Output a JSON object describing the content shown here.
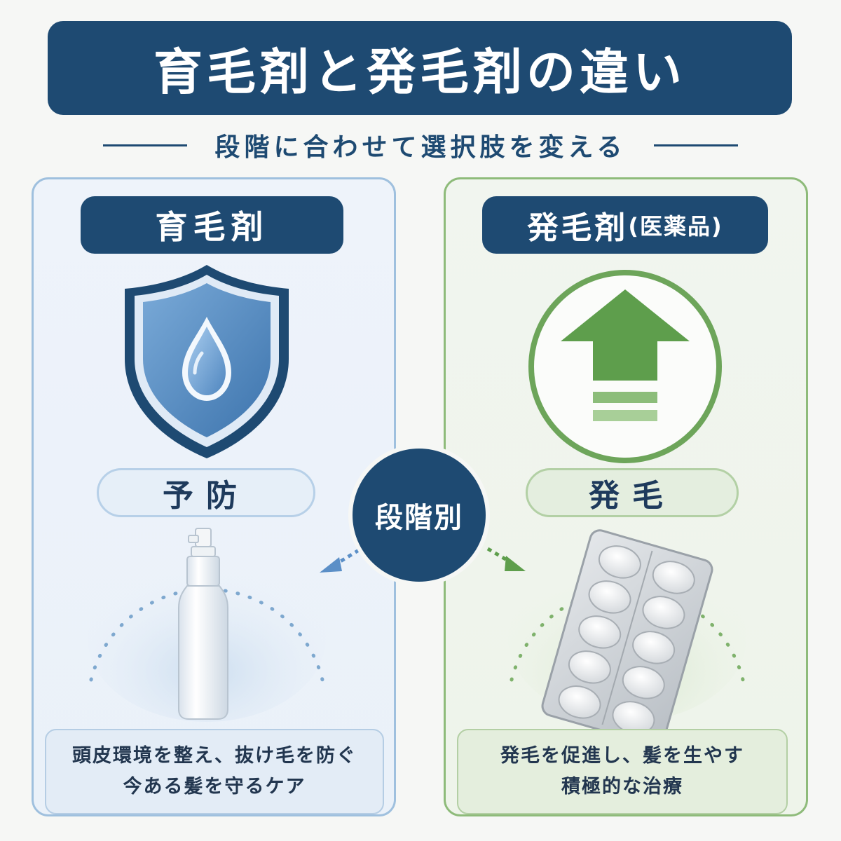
{
  "title": "育毛剤と発毛剤の違い",
  "subtitle": "段階に合わせて選択肢を変える",
  "center_label": "段階別",
  "left": {
    "heading": "育毛剤",
    "tag": "予防",
    "desc_line1": "頭皮環境を整え、抜け毛を防ぐ",
    "desc_line2": "今ある髪を守るケア",
    "icon": "shield-water-drop-icon",
    "product": "spray-bottle",
    "accent": "#5b8fc7"
  },
  "right": {
    "heading_main": "発毛剤",
    "heading_paren": "(医薬品)",
    "tag": "発毛",
    "desc_line1": "発毛を促進し、髪を生やす",
    "desc_line2": "積極的な治療",
    "icon": "up-arrow-icon",
    "product": "pill-blister-pack",
    "accent": "#5e9e4c"
  },
  "colors": {
    "navy": "#1e4a72",
    "blue_border": "#9fc0de",
    "green_border": "#8ebb7a",
    "background": "#f6f7f5"
  }
}
